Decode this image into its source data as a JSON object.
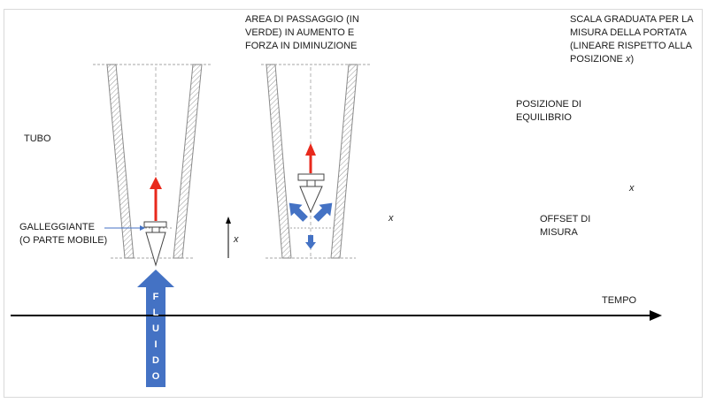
{
  "labels": {
    "area": "AREA DI PASSAGGIO (IN\nVERDE) IN AUMENTO E\nFORZA IN DIMINUZIONE",
    "scala": "SCALA GRADUATA PER LA\nMISURA DELLA PORTATA\n(LINEARE RISPETTO ALLA\nPOSIZIONE ",
    "scala_x": "x",
    "scala_end": ")",
    "posizione": "POSIZIONE DI\nEQUILIBRIO",
    "tubo": "TUBO",
    "galleggiante": "GALLEGGIANTE\n(O PARTE MOBILE)",
    "offset": "OFFSET DI\nMISURA",
    "tempo": "TEMPO",
    "x_mark": "x",
    "fluido": [
      "F",
      "L",
      "U",
      "I",
      "D",
      "O"
    ]
  },
  "colors": {
    "force_arrow": "#e8291c",
    "fluid_arrow": "#4472c4",
    "tube_wall": "#8a8a8a",
    "dashed": "#a6a6a6",
    "axis": "#000000"
  }
}
